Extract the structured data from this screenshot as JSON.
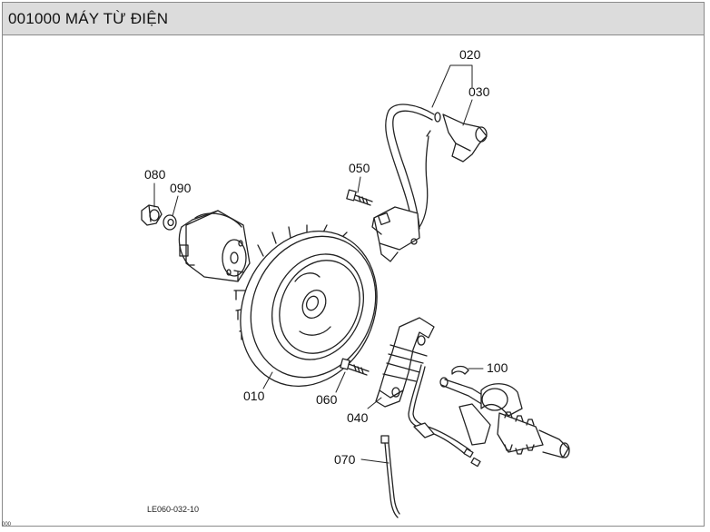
{
  "header": {
    "title": "001000 MÁY TỪ ĐIỆN"
  },
  "callouts": {
    "p010": "010",
    "p020": "020",
    "p030": "030",
    "p040": "040",
    "p050": "050",
    "p060": "060",
    "p070": "070",
    "p080": "080",
    "p090": "090",
    "p100": "100"
  },
  "figure_code": "LE060-032-10",
  "footer_text": "000"
}
